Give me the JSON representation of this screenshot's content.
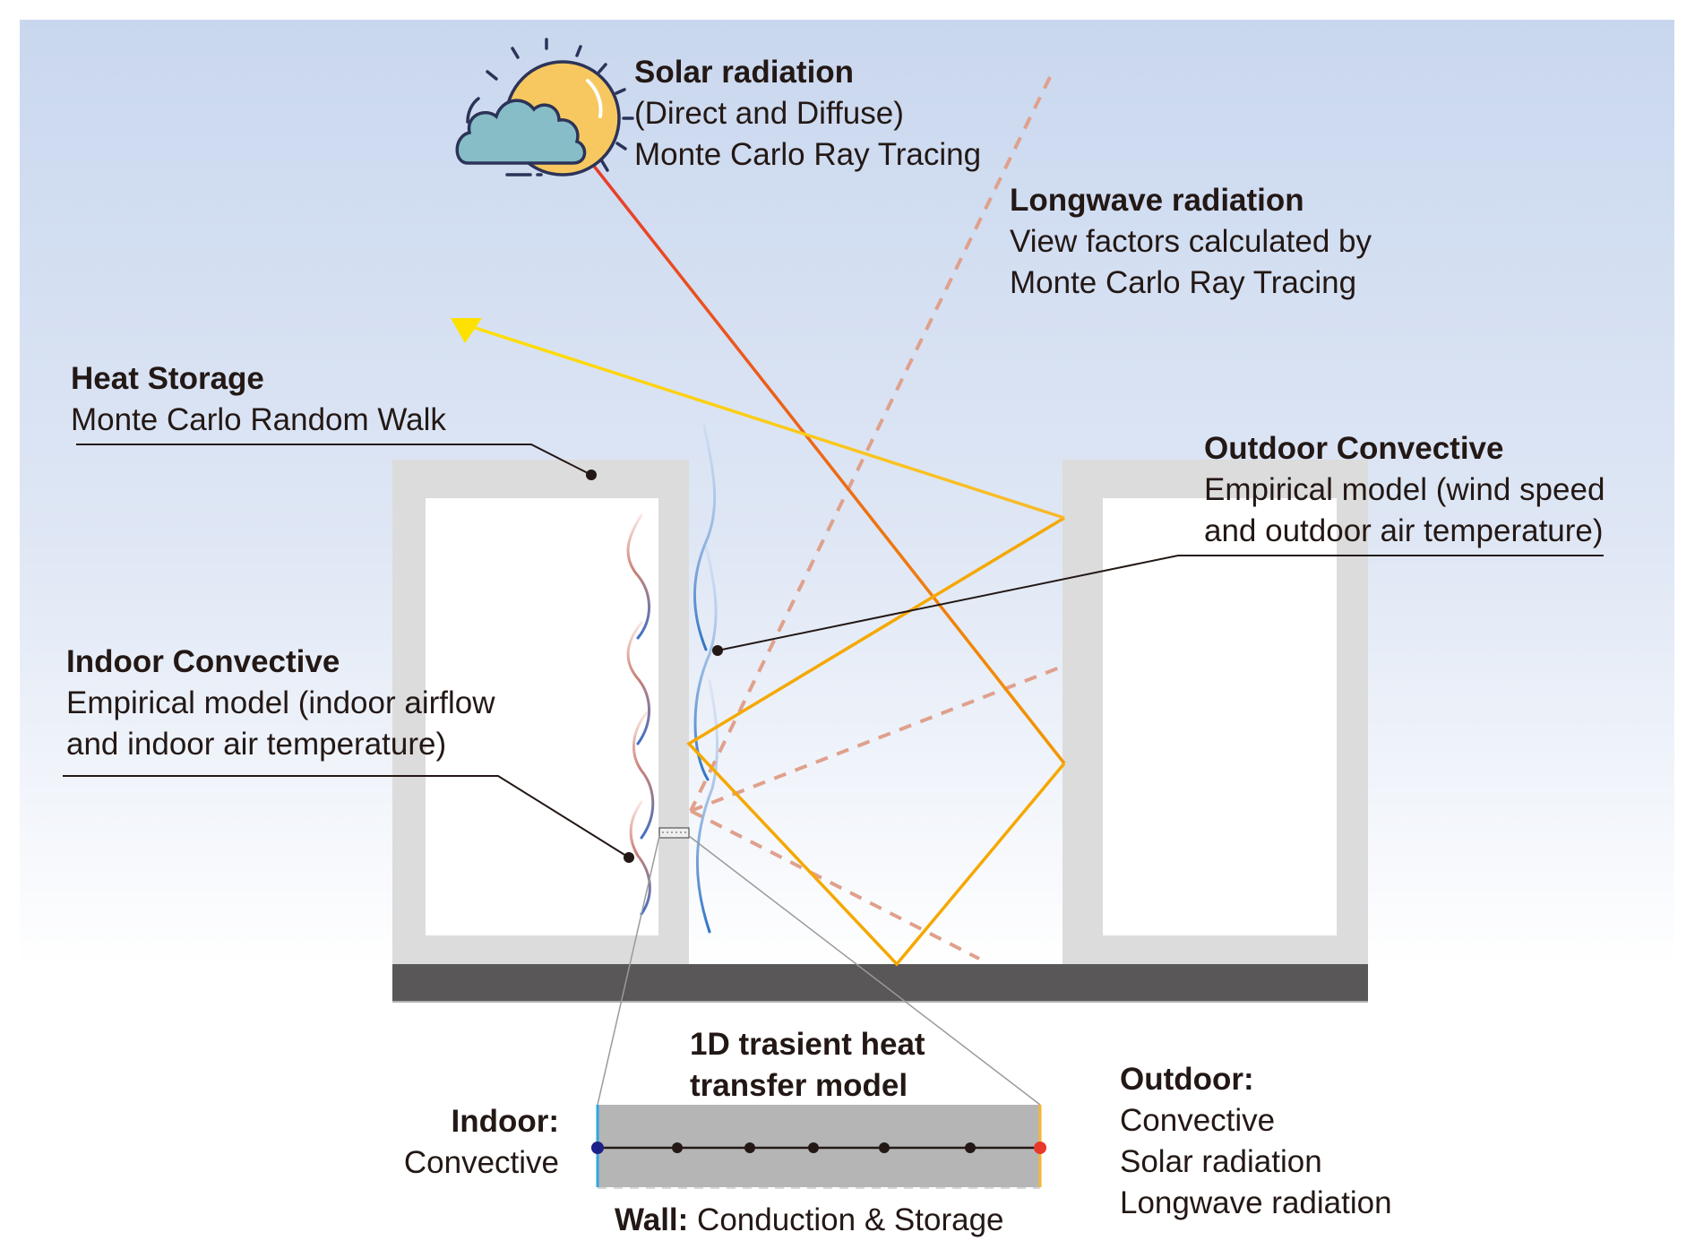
{
  "figure": {
    "background_gradient": {
      "top": "#c9d7ee",
      "bottom": "#ffffff"
    },
    "colors": {
      "wall": "#dcdcdc",
      "window": "#ffffff",
      "ground": "#595757",
      "solar_ray_start": "#e8382a",
      "solar_ray_end": "#f39800",
      "reflected_ray": "#ffe100",
      "longwave_dashed": "#e0a08c",
      "leader_line": "#231815",
      "indoor_convection": "#d98a7a",
      "outdoor_convection": "#4a86c8",
      "wall_model_fill": "#b5b5b5",
      "indoor_boundary": "#2ea7e0",
      "outdoor_boundary": "#f8b62d",
      "indoor_node": "#1d2088",
      "outdoor_node": "#e8382a",
      "interior_node": "#231815"
    },
    "icon": "sun-behind-cloud-icon"
  },
  "labels": {
    "solar": {
      "title": "Solar radiation",
      "line1": "(Direct and Diffuse)",
      "line2": "Monte Carlo Ray Tracing"
    },
    "longwave": {
      "title": "Longwave radiation",
      "line1": "View factors calculated by",
      "line2": "Monte Carlo Ray Tracing"
    },
    "heat_storage": {
      "title": "Heat Storage",
      "line1": "Monte Carlo Random Walk"
    },
    "outdoor_convective": {
      "title": "Outdoor Convective",
      "line1": "Empirical model (wind speed",
      "line2": "and outdoor air temperature)"
    },
    "indoor_convective": {
      "title": "Indoor Convective",
      "line1": "Empirical model (indoor airflow",
      "line2": "and indoor air temperature)"
    }
  },
  "wall_model": {
    "title_line1": "1D trasient heat",
    "title_line2": "transfer model",
    "indoor_title": "Indoor:",
    "indoor_items": [
      "Convective"
    ],
    "outdoor_title": "Outdoor:",
    "outdoor_items": [
      "Convective",
      "Solar radiation",
      "Longwave radiation"
    ],
    "wall_title": "Wall:",
    "wall_desc": "Conduction & Storage",
    "node_count": 7
  }
}
